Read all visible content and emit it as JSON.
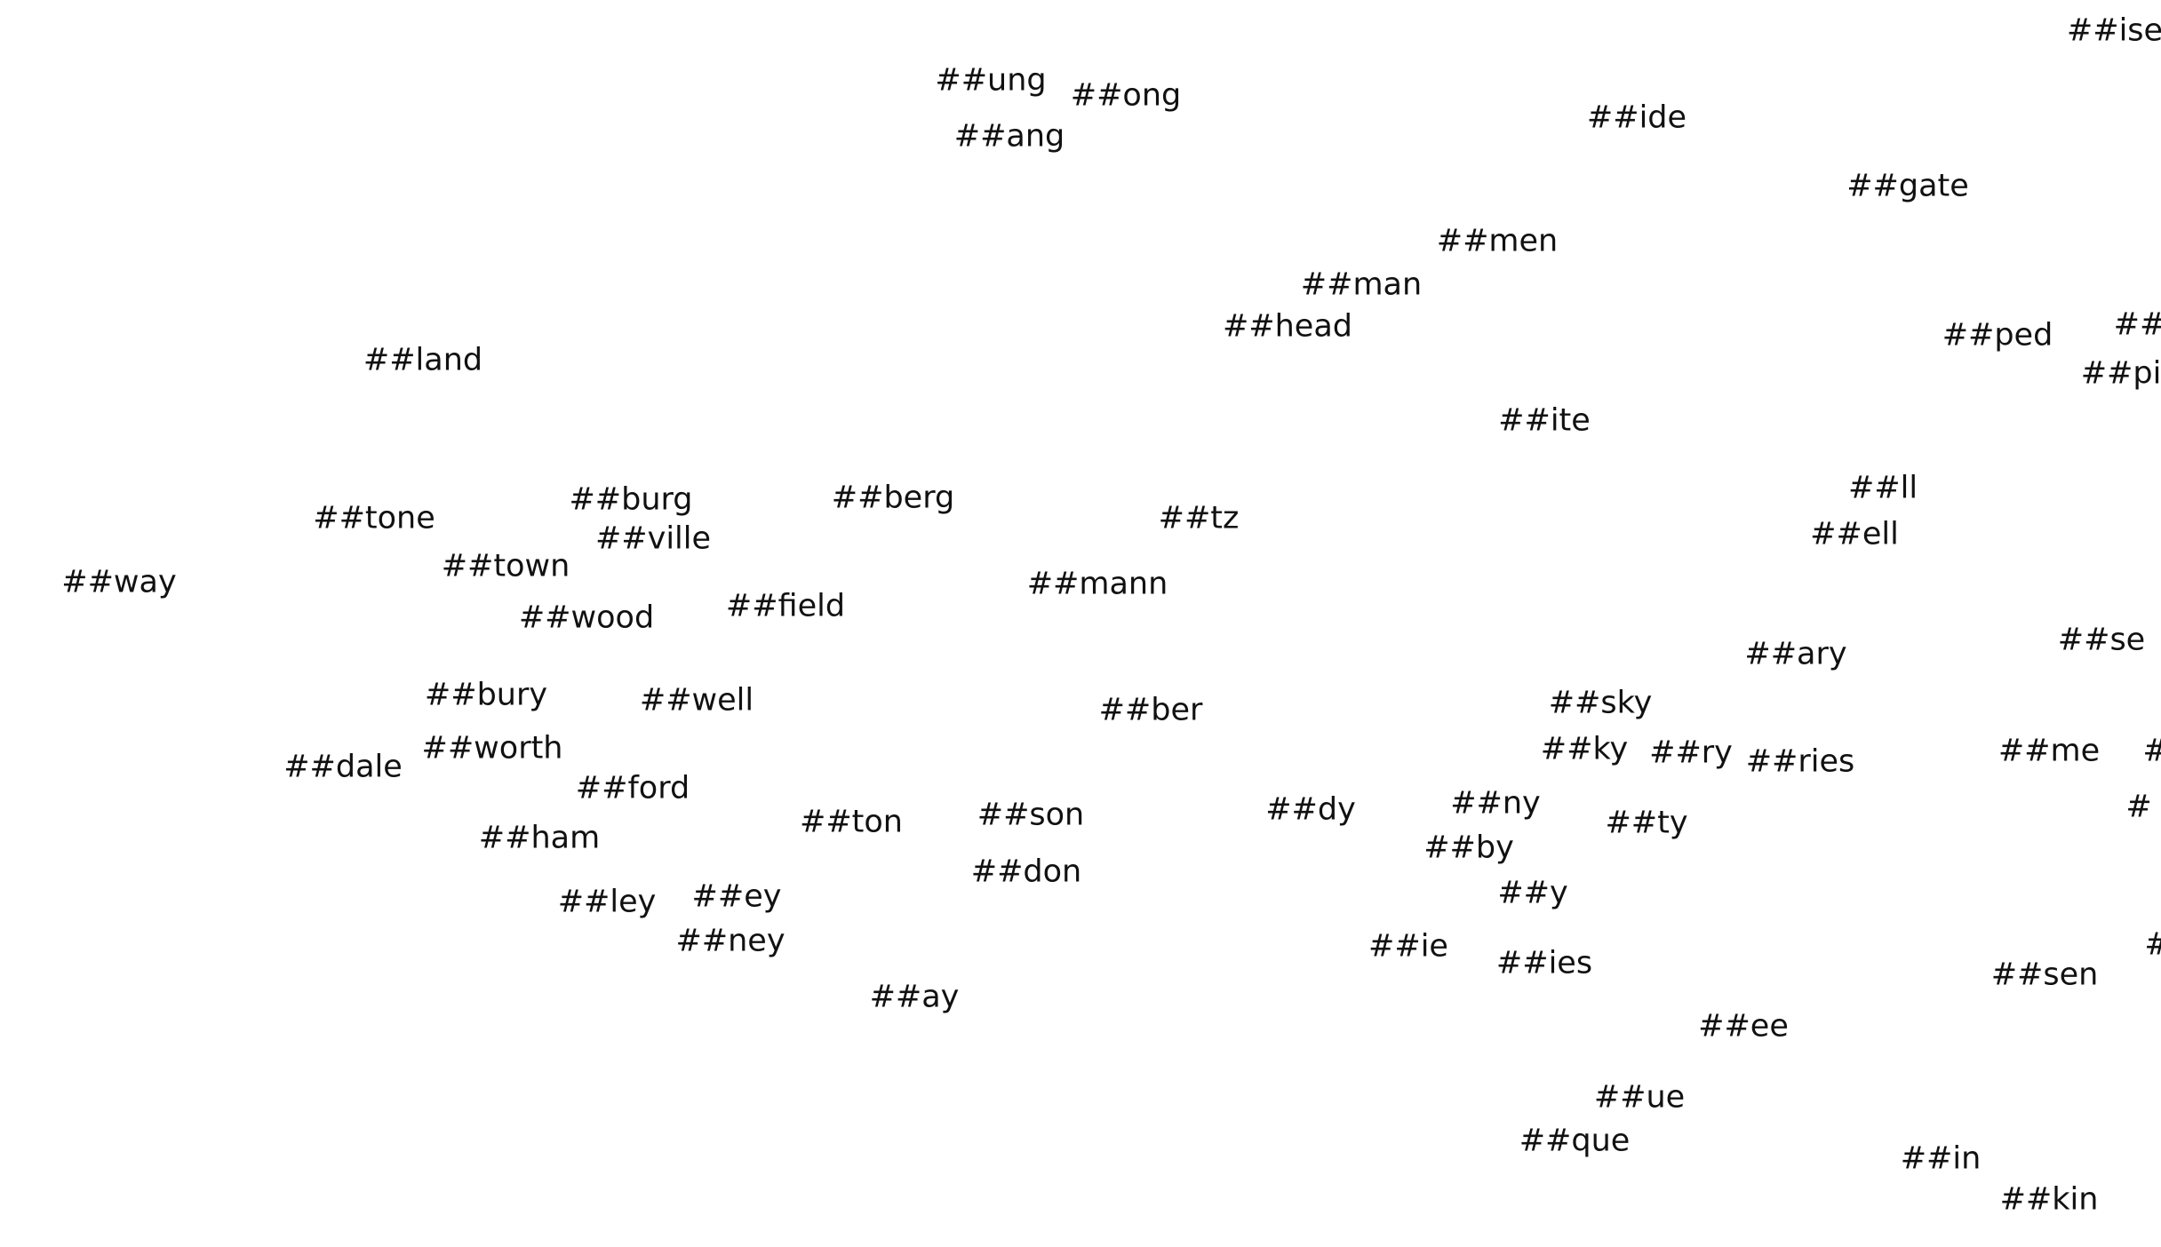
{
  "tokens": [
    {
      "text": "##ise"
    },
    {
      "text": "##ung"
    },
    {
      "text": "##ong"
    },
    {
      "text": "##ang"
    },
    {
      "text": "##ide"
    },
    {
      "text": "##gate"
    },
    {
      "text": "##men"
    },
    {
      "text": "##man"
    },
    {
      "text": "##head"
    },
    {
      "text": "##land"
    },
    {
      "text": "##ped"
    },
    {
      "text": "##"
    },
    {
      "text": "##pi"
    },
    {
      "text": "##ite"
    },
    {
      "text": "##ll"
    },
    {
      "text": "##ell"
    },
    {
      "text": "##tone"
    },
    {
      "text": "##burg"
    },
    {
      "text": "##ville"
    },
    {
      "text": "##berg"
    },
    {
      "text": "##tz"
    },
    {
      "text": "##town"
    },
    {
      "text": "##way"
    },
    {
      "text": "##mann"
    },
    {
      "text": "##wood"
    },
    {
      "text": "##field"
    },
    {
      "text": "##ary"
    },
    {
      "text": "##se"
    },
    {
      "text": "##bury"
    },
    {
      "text": "##well"
    },
    {
      "text": "##ber"
    },
    {
      "text": "##sky"
    },
    {
      "text": "##ky"
    },
    {
      "text": "##ry"
    },
    {
      "text": "##ries"
    },
    {
      "text": "##me"
    },
    {
      "text": "#"
    },
    {
      "text": "##dale"
    },
    {
      "text": "##worth"
    },
    {
      "text": "##ford"
    },
    {
      "text": "##dy"
    },
    {
      "text": "##ny"
    },
    {
      "text": "#"
    },
    {
      "text": "##ham"
    },
    {
      "text": "##ton"
    },
    {
      "text": "##son"
    },
    {
      "text": "##ty"
    },
    {
      "text": "##by"
    },
    {
      "text": "##don"
    },
    {
      "text": "##ley"
    },
    {
      "text": "##ey"
    },
    {
      "text": "##y"
    },
    {
      "text": "##ney"
    },
    {
      "text": "##ie"
    },
    {
      "text": "##ies"
    },
    {
      "text": "#"
    },
    {
      "text": "##sen"
    },
    {
      "text": "##ay"
    },
    {
      "text": "##ee"
    },
    {
      "text": "##ue"
    },
    {
      "text": "##que"
    },
    {
      "text": "##in"
    },
    {
      "text": "##kin"
    }
  ]
}
